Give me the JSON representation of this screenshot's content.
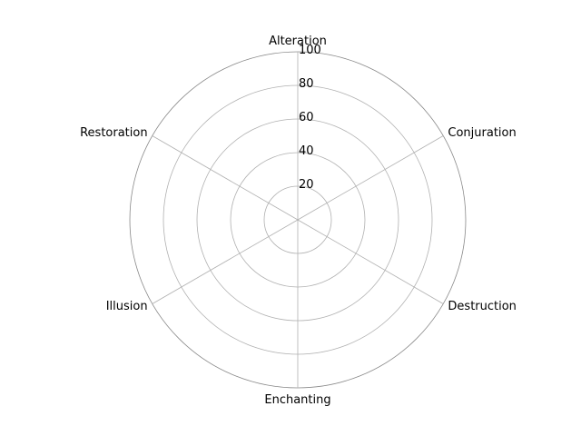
{
  "chart_data": {
    "type": "radar",
    "categories": [
      "Alteration",
      "Conjuration",
      "Destruction",
      "Enchanting",
      "Illusion",
      "Restoration"
    ],
    "series": [],
    "rlim": [
      0,
      100
    ],
    "rticks": [
      "20",
      "40",
      "60",
      "80",
      "100"
    ],
    "rtick_values": [
      20,
      40,
      60,
      80,
      100
    ],
    "grid": true,
    "colors": {
      "grid": "#b0b0b0",
      "outer": "#888888",
      "text": "#000000"
    }
  }
}
